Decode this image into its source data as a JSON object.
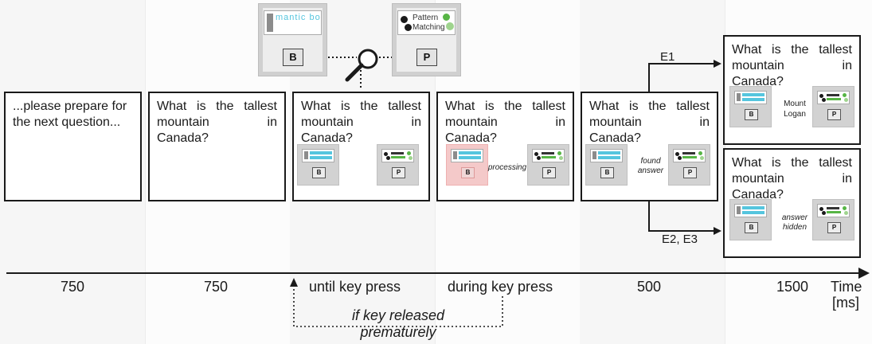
{
  "screens": {
    "s1": {
      "text": "...please prepare for the next question..."
    },
    "s2": {
      "question": "What is the tallest mountain in Canada?"
    },
    "s3": {
      "question": "What is the tallest mountain in Canada?",
      "key_b": "B",
      "key_p": "P"
    },
    "s4": {
      "question": "What is the tallest mountain in Canada?",
      "key_b": "B",
      "key_p": "P",
      "status": "processing"
    },
    "s5": {
      "question": "What is the tallest mountain in Canada?",
      "key_b": "B",
      "key_p": "P",
      "status": "found answer"
    },
    "s6a": {
      "question": "What is the tallest mountain in Canada?",
      "key_b": "B",
      "key_p": "P",
      "answer": "Mount Logan"
    },
    "s6b": {
      "question": "What is the tallest mountain in Canada?",
      "key_b": "B",
      "key_p": "P",
      "status": "answer hidden"
    }
  },
  "zoom": {
    "semantic_logo": "mantic boot strap",
    "pattern_logo": "Pattern Matching",
    "key_b": "B",
    "key_p": "P"
  },
  "branches": {
    "upper": "E1",
    "lower": "E2, E3"
  },
  "timeline": {
    "labels": [
      "750",
      "750",
      "until key press",
      "during key press",
      "500",
      "1500"
    ],
    "axis_title": "Time",
    "axis_unit": "[ms]",
    "loop_label": "if key released prematurely"
  },
  "colors": {
    "semantic_logo": "#55c5de",
    "pattern_logo": "#57b545",
    "active_key_highlight": "#f4c9c9"
  },
  "icons": [
    "magnifier-icon",
    "arrow-icon"
  ]
}
